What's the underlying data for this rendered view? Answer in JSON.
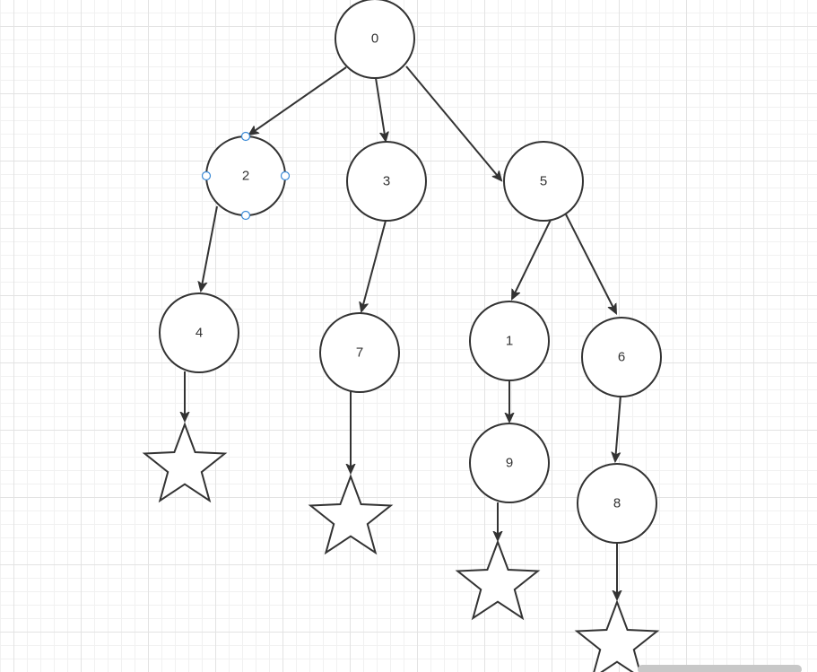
{
  "diagram": {
    "type": "tree",
    "selected_node": "2",
    "nodes": [
      {
        "id": "0",
        "label": "0"
      },
      {
        "id": "2",
        "label": "2"
      },
      {
        "id": "3",
        "label": "3"
      },
      {
        "id": "5",
        "label": "5"
      },
      {
        "id": "4",
        "label": "4"
      },
      {
        "id": "7",
        "label": "7"
      },
      {
        "id": "1",
        "label": "1"
      },
      {
        "id": "6",
        "label": "6"
      },
      {
        "id": "9",
        "label": "9"
      },
      {
        "id": "8",
        "label": "8"
      }
    ],
    "edges": [
      {
        "from": "0",
        "to": "2"
      },
      {
        "from": "0",
        "to": "3"
      },
      {
        "from": "0",
        "to": "5"
      },
      {
        "from": "2",
        "to": "4"
      },
      {
        "from": "3",
        "to": "7"
      },
      {
        "from": "5",
        "to": "1"
      },
      {
        "from": "5",
        "to": "6"
      },
      {
        "from": "1",
        "to": "9"
      },
      {
        "from": "6",
        "to": "8"
      },
      {
        "from": "4",
        "to": "star-4"
      },
      {
        "from": "7",
        "to": "star-7"
      },
      {
        "from": "9",
        "to": "star-9"
      },
      {
        "from": "8",
        "to": "star-8"
      }
    ],
    "terminals": [
      "star-4",
      "star-7",
      "star-9",
      "star-8"
    ]
  }
}
